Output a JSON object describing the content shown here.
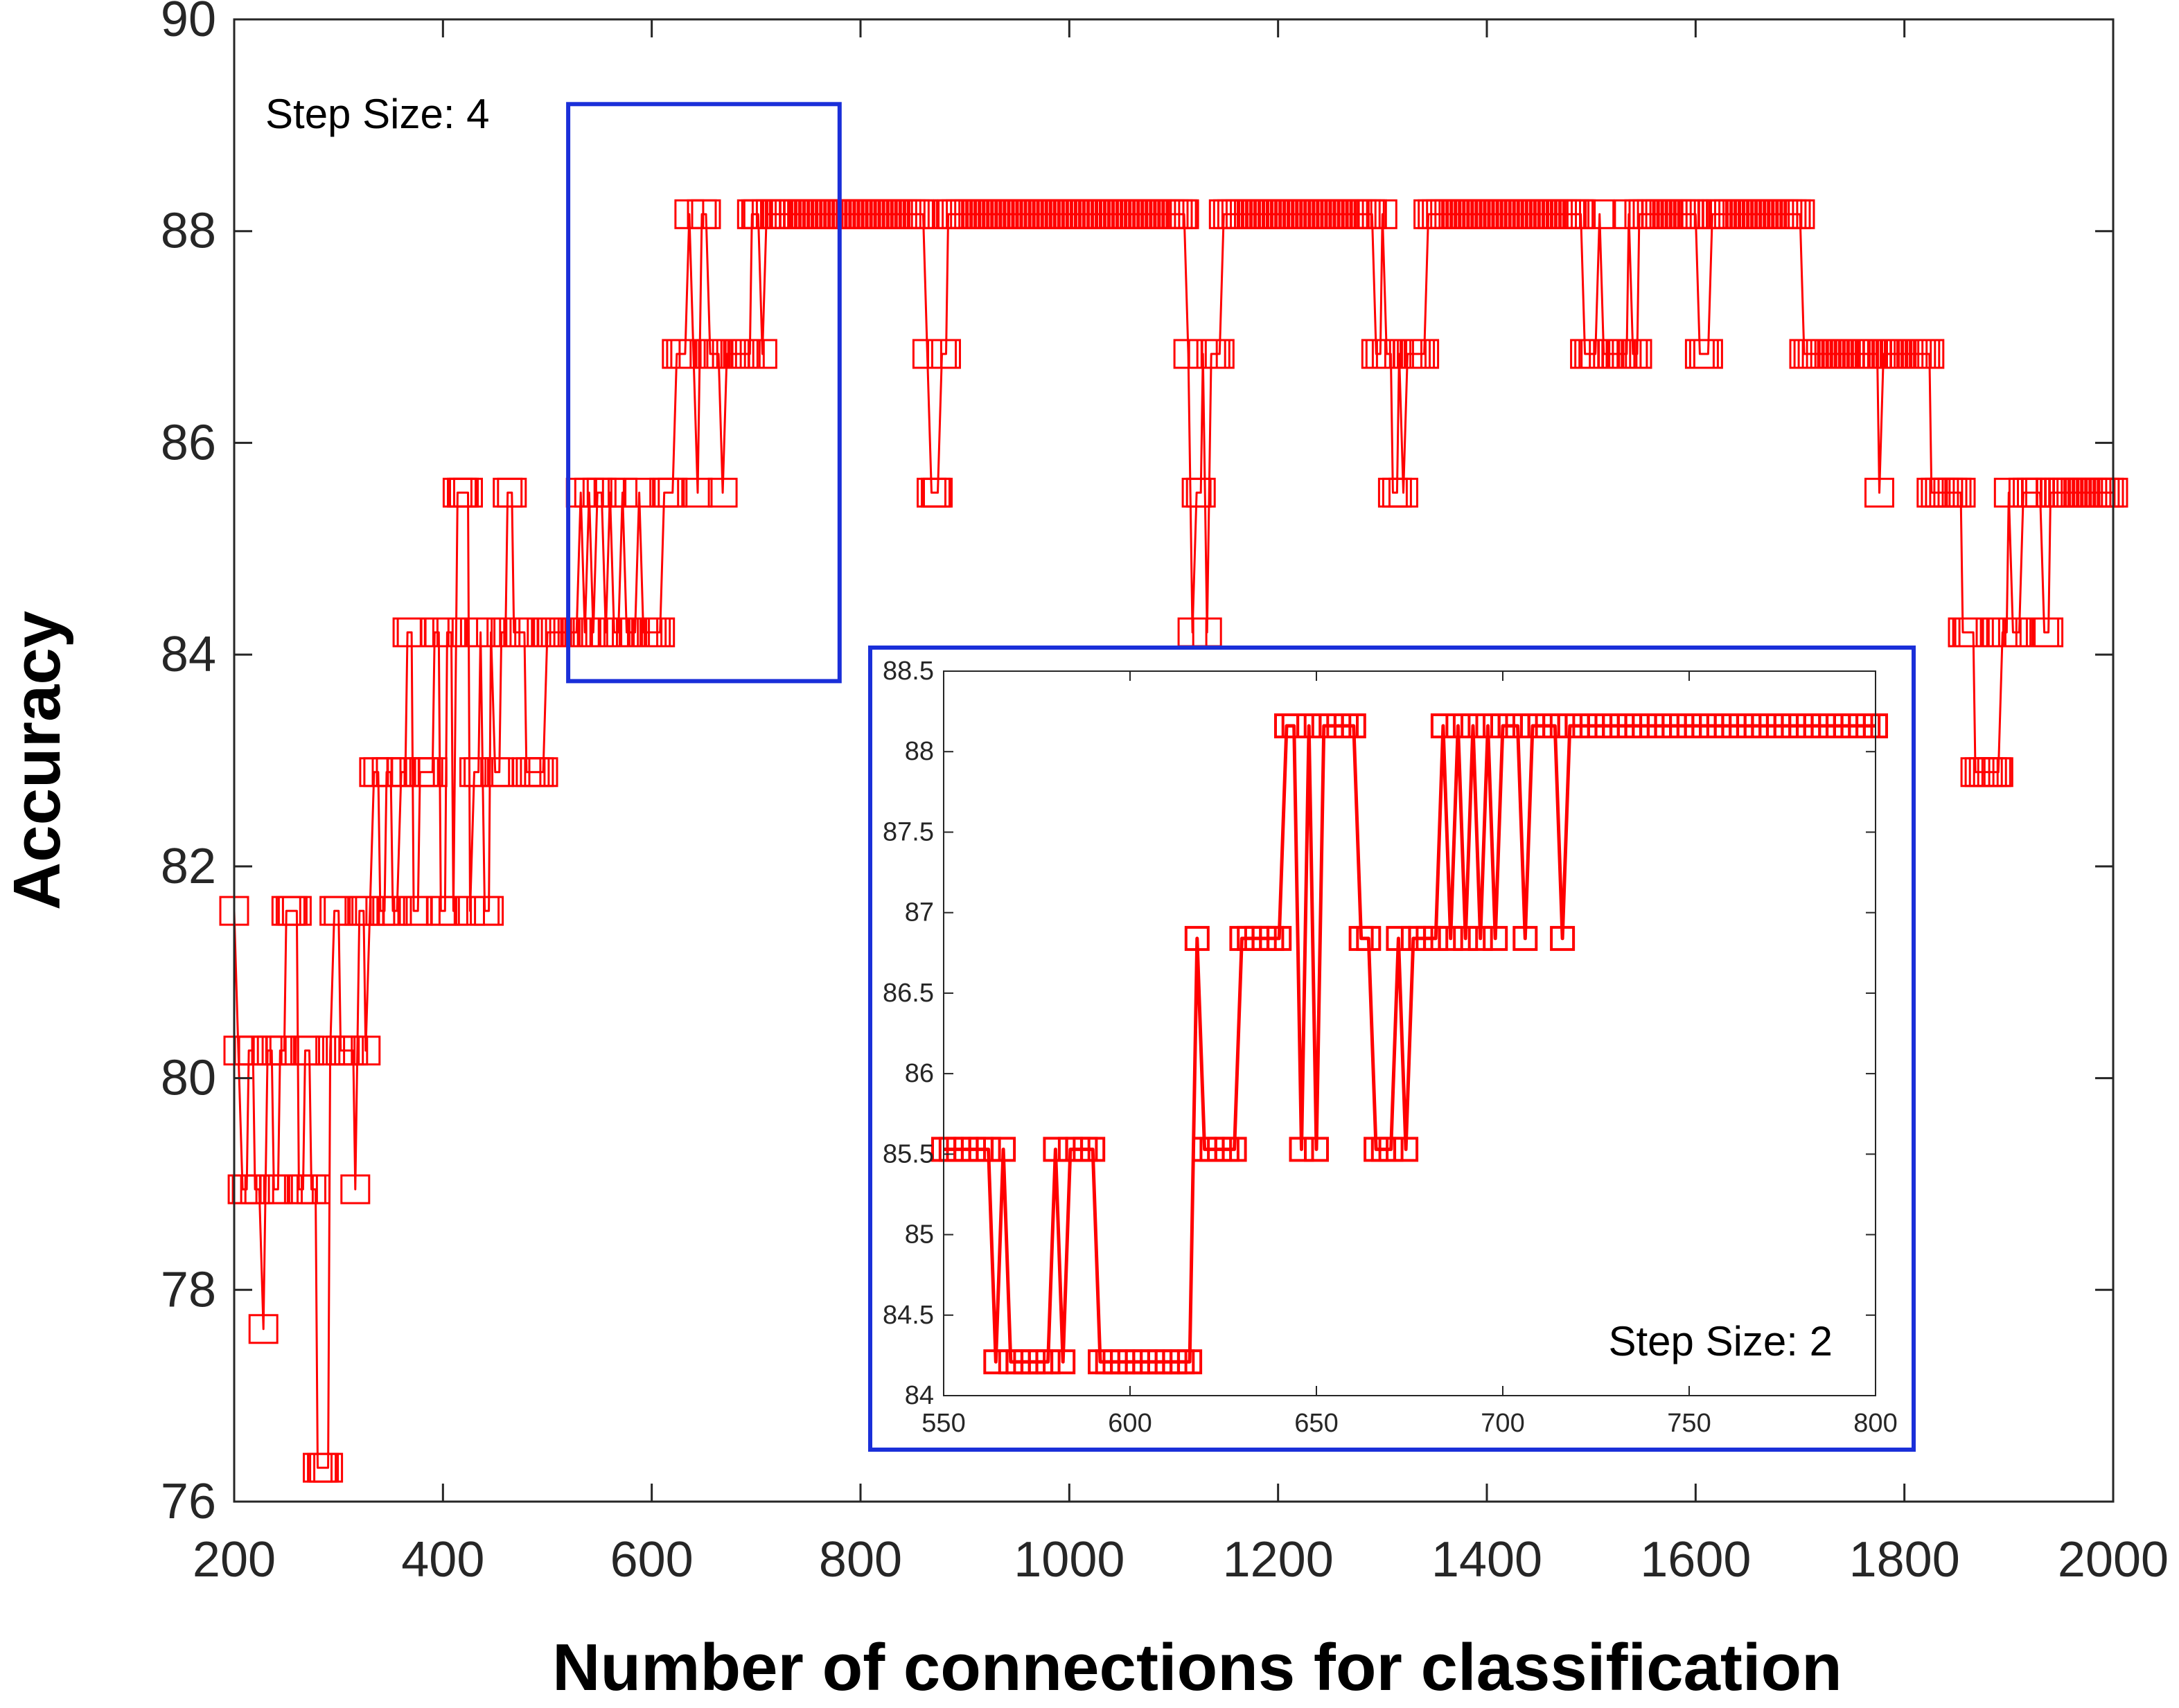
{
  "colors": {
    "series": "#ff0000",
    "highlight_box": "#1a2fd9",
    "axis": "#262626",
    "background": "#ffffff"
  },
  "main": {
    "annotation": "Step Size: 4",
    "xlabel": "Number of connections for classification",
    "ylabel": "Accuracy"
  },
  "inset": {
    "annotation": "Step Size: 2"
  },
  "chart_data": [
    {
      "type": "line",
      "marker": "square",
      "xlabel": "Number of connections for classification",
      "ylabel": "Accuracy",
      "xlim": [
        200,
        2000
      ],
      "ylim": [
        76,
        90
      ],
      "xticks": [
        "200",
        "400",
        "600",
        "800",
        "1000",
        "1200",
        "1400",
        "1600",
        "1800",
        "2000"
      ],
      "yticks": [
        "76",
        "78",
        "80",
        "82",
        "84",
        "86",
        "88",
        "90"
      ],
      "annotation": "Step Size: 4",
      "highlight_region": {
        "x": [
          520,
          780
        ],
        "y": [
          83.75,
          89.2
        ]
      },
      "anchors": [
        [
          200,
          81.58
        ],
        [
          204,
          80.26
        ],
        [
          208,
          78.95
        ],
        [
          214,
          80.26
        ],
        [
          220,
          78.95
        ],
        [
          228,
          77.63
        ],
        [
          232,
          80.26
        ],
        [
          238,
          78.95
        ],
        [
          244,
          80.26
        ],
        [
          250,
          81.58
        ],
        [
          256,
          81.58
        ],
        [
          262,
          78.95
        ],
        [
          268,
          80.26
        ],
        [
          274,
          78.95
        ],
        [
          280,
          76.32
        ],
        [
          286,
          76.32
        ],
        [
          292,
          80.26
        ],
        [
          296,
          81.58
        ],
        [
          302,
          80.26
        ],
        [
          310,
          80.26
        ],
        [
          316,
          78.95
        ],
        [
          320,
          81.58
        ],
        [
          326,
          80.26
        ],
        [
          330,
          81.58
        ],
        [
          334,
          82.89
        ],
        [
          340,
          81.58
        ],
        [
          346,
          82.89
        ],
        [
          352,
          81.58
        ],
        [
          360,
          82.89
        ],
        [
          366,
          84.21
        ],
        [
          372,
          81.58
        ],
        [
          378,
          82.89
        ],
        [
          386,
          82.89
        ],
        [
          392,
          84.21
        ],
        [
          398,
          81.58
        ],
        [
          404,
          84.21
        ],
        [
          410,
          81.58
        ],
        [
          414,
          85.53
        ],
        [
          420,
          85.53
        ],
        [
          426,
          81.58
        ],
        [
          430,
          82.89
        ],
        [
          436,
          84.21
        ],
        [
          440,
          81.58
        ],
        [
          446,
          84.21
        ],
        [
          450,
          82.89
        ],
        [
          456,
          84.21
        ],
        [
          462,
          85.53
        ],
        [
          468,
          84.21
        ],
        [
          474,
          84.21
        ],
        [
          480,
          82.89
        ],
        [
          496,
          82.89
        ],
        [
          500,
          84.21
        ],
        [
          512,
          84.21
        ],
        [
          516,
          84.21
        ],
        [
          520,
          84.21
        ],
        [
          528,
          84.21
        ],
        [
          532,
          85.53
        ],
        [
          536,
          84.21
        ],
        [
          540,
          85.53
        ],
        [
          544,
          84.21
        ],
        [
          548,
          85.53
        ],
        [
          552,
          85.53
        ],
        [
          556,
          84.21
        ],
        [
          560,
          85.53
        ],
        [
          564,
          84.21
        ],
        [
          568,
          84.21
        ],
        [
          572,
          85.53
        ],
        [
          576,
          84.21
        ],
        [
          584,
          84.21
        ],
        [
          588,
          85.53
        ],
        [
          592,
          84.21
        ],
        [
          604,
          84.21
        ],
        [
          608,
          84.21
        ],
        [
          612,
          85.53
        ],
        [
          616,
          85.53
        ],
        [
          620,
          85.53
        ],
        [
          624,
          86.84
        ],
        [
          632,
          86.84
        ],
        [
          636,
          88.16
        ],
        [
          640,
          86.84
        ],
        [
          644,
          85.53
        ],
        [
          648,
          88.16
        ],
        [
          652,
          88.16
        ],
        [
          656,
          86.84
        ],
        [
          664,
          86.84
        ],
        [
          668,
          85.53
        ],
        [
          672,
          86.84
        ],
        [
          676,
          86.84
        ],
        [
          680,
          86.84
        ],
        [
          690,
          86.84
        ],
        [
          696,
          88.16
        ],
        [
          702,
          88.16
        ],
        [
          706,
          86.84
        ],
        [
          710,
          88.16
        ],
        [
          720,
          88.16
        ],
        [
          800,
          88.16
        ],
        [
          860,
          88.16
        ],
        [
          864,
          86.84
        ],
        [
          868,
          85.53
        ],
        [
          874,
          85.53
        ],
        [
          878,
          86.84
        ],
        [
          884,
          88.16
        ],
        [
          1100,
          88.16
        ],
        [
          1110,
          88.16
        ],
        [
          1114,
          86.84
        ],
        [
          1118,
          84.21
        ],
        [
          1122,
          85.53
        ],
        [
          1128,
          86.84
        ],
        [
          1132,
          84.21
        ],
        [
          1136,
          86.84
        ],
        [
          1140,
          86.84
        ],
        [
          1148,
          88.16
        ],
        [
          1290,
          88.16
        ],
        [
          1294,
          86.84
        ],
        [
          1300,
          88.16
        ],
        [
          1304,
          86.84
        ],
        [
          1310,
          85.53
        ],
        [
          1316,
          86.84
        ],
        [
          1320,
          85.53
        ],
        [
          1324,
          86.84
        ],
        [
          1328,
          86.84
        ],
        [
          1340,
          86.84
        ],
        [
          1344,
          88.16
        ],
        [
          1490,
          88.16
        ],
        [
          1494,
          86.84
        ],
        [
          1504,
          86.84
        ],
        [
          1508,
          88.16
        ],
        [
          1512,
          86.84
        ],
        [
          1530,
          86.84
        ],
        [
          1536,
          88.16
        ],
        [
          1540,
          86.84
        ],
        [
          1546,
          88.16
        ],
        [
          1600,
          88.16
        ],
        [
          1604,
          86.84
        ],
        [
          1612,
          86.84
        ],
        [
          1616,
          88.16
        ],
        [
          1700,
          88.16
        ],
        [
          1704,
          86.84
        ],
        [
          1770,
          86.84
        ],
        [
          1776,
          85.53
        ],
        [
          1780,
          86.84
        ],
        [
          1820,
          86.84
        ],
        [
          1826,
          85.53
        ],
        [
          1850,
          85.53
        ],
        [
          1856,
          84.21
        ],
        [
          1862,
          84.21
        ],
        [
          1868,
          82.89
        ],
        [
          1890,
          82.89
        ],
        [
          1894,
          84.21
        ],
        [
          1900,
          85.53
        ],
        [
          1904,
          84.21
        ],
        [
          1910,
          84.21
        ],
        [
          1914,
          85.53
        ],
        [
          1930,
          85.53
        ],
        [
          1934,
          84.21
        ],
        [
          1940,
          85.53
        ],
        [
          2000,
          85.53
        ]
      ]
    },
    {
      "type": "line",
      "marker": "square",
      "xlim": [
        550,
        800
      ],
      "ylim": [
        84,
        88.5
      ],
      "xticks": [
        "550",
        "600",
        "650",
        "700",
        "750",
        "800"
      ],
      "yticks": [
        "84",
        "84.5",
        "85",
        "85.5",
        "86",
        "86.5",
        "87",
        "87.5",
        "88",
        "88.5"
      ],
      "annotation": "Step Size: 2",
      "anchors": [
        [
          550,
          85.53
        ],
        [
          562,
          85.53
        ],
        [
          564,
          84.21
        ],
        [
          566,
          85.53
        ],
        [
          568,
          84.21
        ],
        [
          578,
          84.21
        ],
        [
          580,
          85.53
        ],
        [
          582,
          84.21
        ],
        [
          584,
          85.53
        ],
        [
          586,
          85.53
        ],
        [
          588,
          85.53
        ],
        [
          590,
          85.53
        ],
        [
          592,
          84.21
        ],
        [
          616,
          84.21
        ],
        [
          618,
          86.84
        ],
        [
          620,
          85.53
        ],
        [
          628,
          85.53
        ],
        [
          630,
          86.84
        ],
        [
          640,
          86.84
        ],
        [
          642,
          88.16
        ],
        [
          644,
          88.16
        ],
        [
          646,
          85.53
        ],
        [
          648,
          88.16
        ],
        [
          650,
          85.53
        ],
        [
          652,
          88.16
        ],
        [
          660,
          88.16
        ],
        [
          662,
          86.84
        ],
        [
          664,
          86.84
        ],
        [
          666,
          85.53
        ],
        [
          670,
          85.53
        ],
        [
          672,
          86.84
        ],
        [
          674,
          85.53
        ],
        [
          676,
          86.84
        ],
        [
          682,
          86.84
        ],
        [
          684,
          88.16
        ],
        [
          686,
          86.84
        ],
        [
          688,
          88.16
        ],
        [
          690,
          86.84
        ],
        [
          692,
          88.16
        ],
        [
          694,
          86.84
        ],
        [
          696,
          88.16
        ],
        [
          698,
          86.84
        ],
        [
          700,
          88.16
        ],
        [
          704,
          88.16
        ],
        [
          706,
          86.84
        ],
        [
          708,
          88.16
        ],
        [
          714,
          88.16
        ],
        [
          716,
          86.84
        ],
        [
          718,
          88.16
        ],
        [
          800,
          88.16
        ]
      ]
    }
  ]
}
